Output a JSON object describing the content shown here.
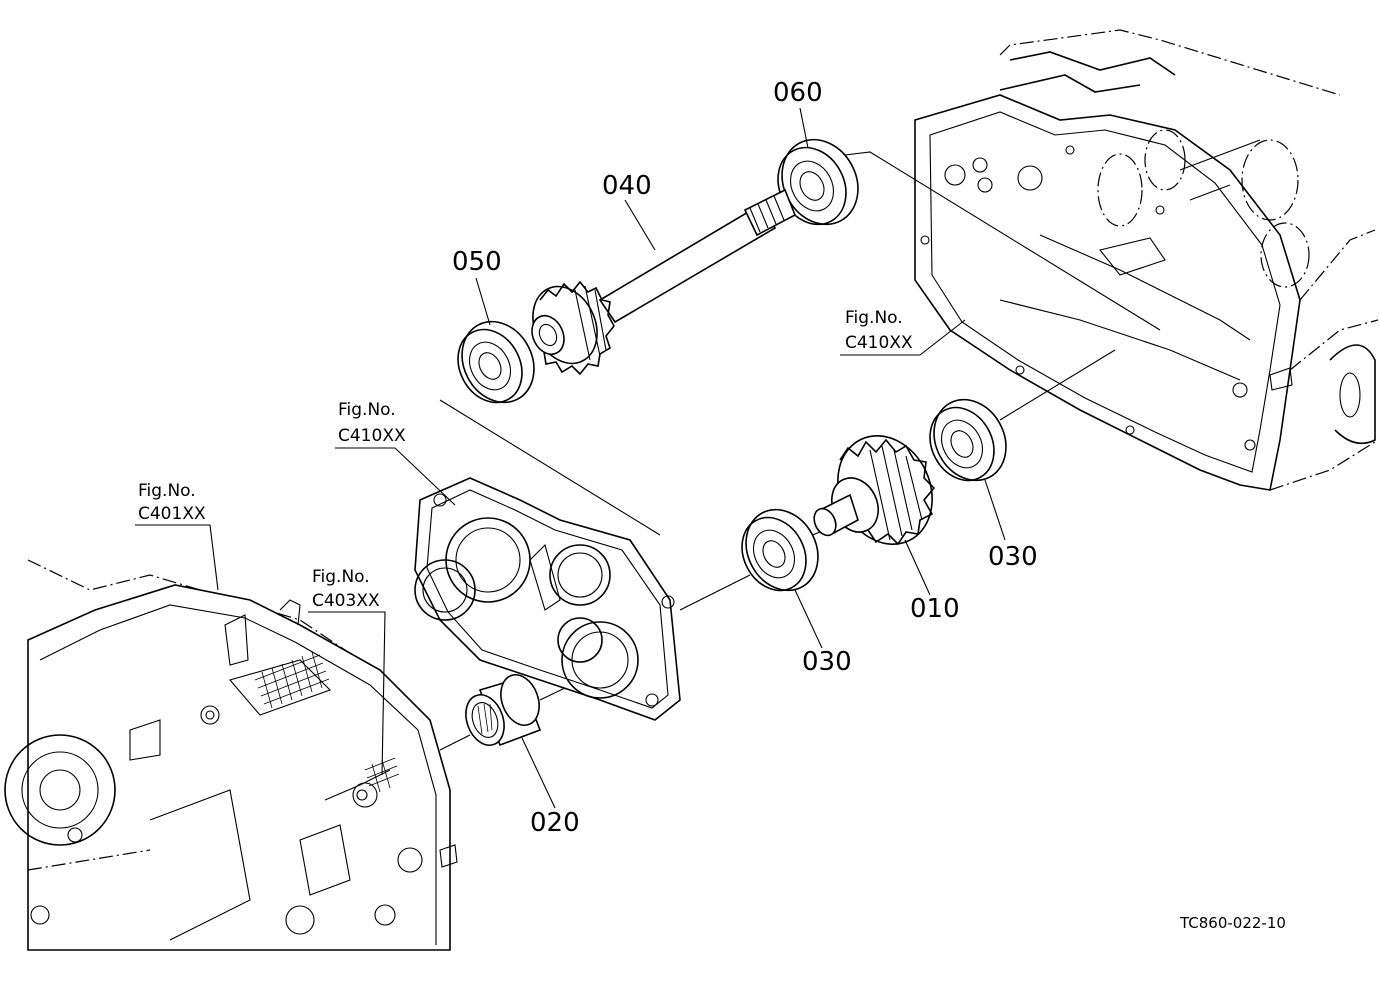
{
  "parts": [
    {
      "id": "p060",
      "label": "060"
    },
    {
      "id": "p040",
      "label": "040"
    },
    {
      "id": "p050",
      "label": "050"
    },
    {
      "id": "p030a",
      "label": "030"
    },
    {
      "id": "p010",
      "label": "010"
    },
    {
      "id": "p030b",
      "label": "030"
    },
    {
      "id": "p020",
      "label": "020"
    }
  ],
  "figure_refs": [
    {
      "id": "ref-top-right",
      "line1": "Fig.No.",
      "line2": "C410XX"
    },
    {
      "id": "ref-middle",
      "line1": "Fig.No.",
      "line2": "C410XX"
    },
    {
      "id": "ref-left",
      "line1": "Fig.No.",
      "line2": "C401XX"
    },
    {
      "id": "ref-lower",
      "line1": "Fig.No.",
      "line2": "C403XX"
    }
  ],
  "drawing_id": "TC860-022-10"
}
